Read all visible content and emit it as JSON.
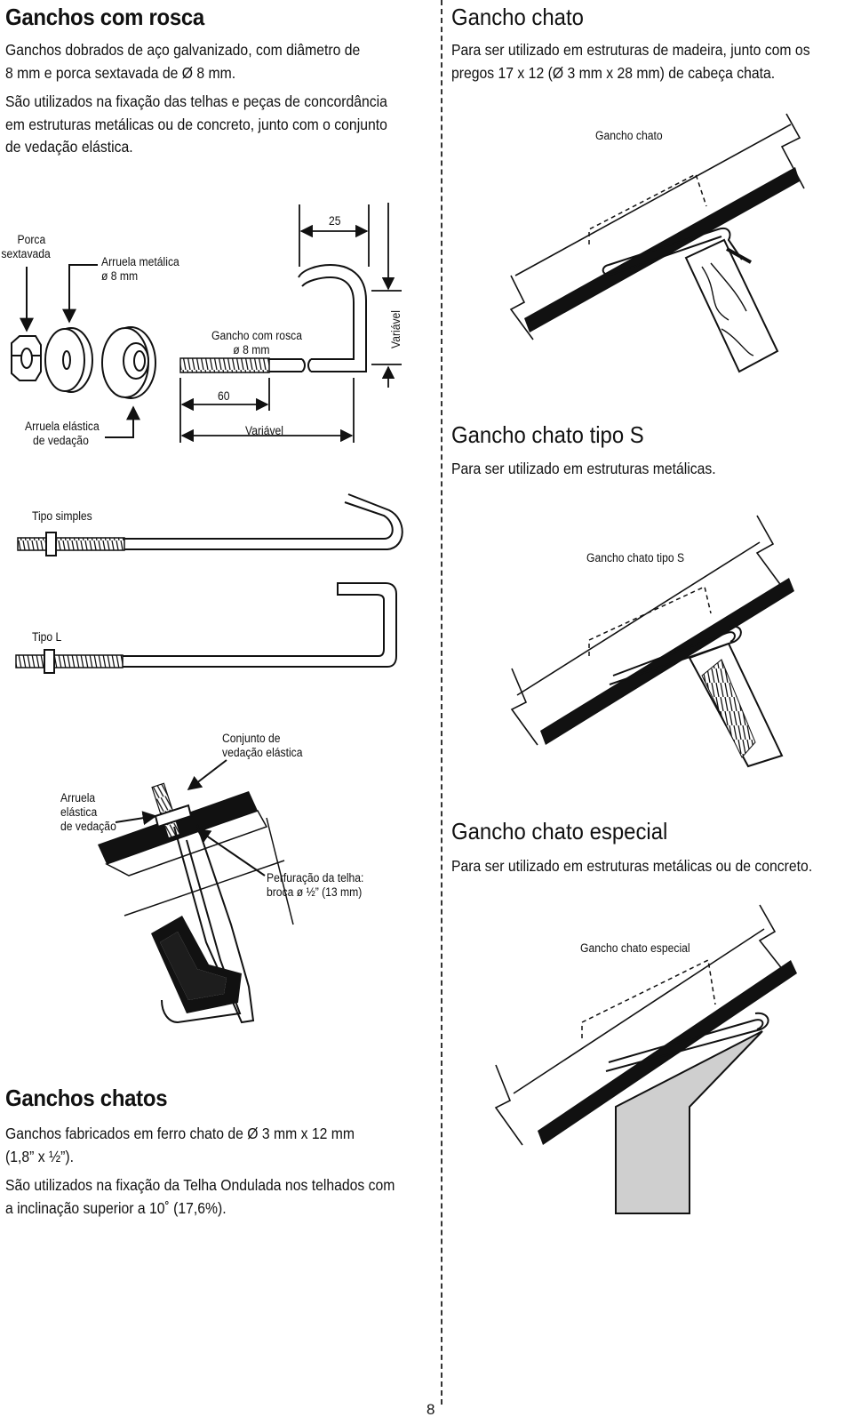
{
  "left": {
    "ganchos_rosca": {
      "title": "Ganchos com rosca",
      "paragraphs": [
        "Ganchos dobrados de aço galvanizado, com diâmetro de",
        "8 mm e porca sextavada de Ø 8 mm.",
        "São utilizados na fixação das telhas e peças de concordância",
        "em estruturas metálicas ou de concreto, junto com o conjunto",
        "de vedação elástica."
      ],
      "labels": {
        "porca_1": "Porca",
        "porca_2": "sextavada",
        "arruela_metalica_1": "Arruela metálica",
        "arruela_metalica_2": "ø 8 mm",
        "gancho_rosca_1": "Gancho com rosca",
        "gancho_rosca_2": "ø 8 mm",
        "dim_25": "25",
        "dim_60": "60",
        "variavel_h": "Variável",
        "variavel_v": "Variável",
        "arruela_elastica_1": "Arruela elástica",
        "arruela_elastica_2": "de vedação",
        "tipo_simples": "Tipo simples",
        "tipo_l": "Tipo L",
        "conjunto_1": "Conjunto de",
        "conjunto_2": "vedação elástica",
        "arruela_ev_1": "Arruela",
        "arruela_ev_2": "elástica",
        "arruela_ev_3": "de vedação",
        "perfuracao_1": "Perfuração da telha:",
        "perfuracao_2": "broca ø ½” (13 mm)"
      }
    },
    "ganchos_chatos": {
      "title": "Ganchos chatos",
      "paragraphs": [
        "Ganchos fabricados em ferro chato de Ø 3 mm x 12 mm",
        "(1,8” x ½”).",
        "São utilizados na fixação da Telha Ondulada nos telhados com",
        "a inclinação superior a 10˚ (17,6%)."
      ]
    }
  },
  "right": {
    "gancho_chato": {
      "title": "Gancho chato",
      "paragraphs": [
        "Para ser utilizado em estruturas de madeira, junto com os",
        "pregos 17 x 12 (Ø 3 mm x 28 mm) de cabeça chata."
      ],
      "figure_label": "Gancho chato"
    },
    "gancho_chato_s": {
      "title": "Gancho chato tipo S",
      "paragraphs": [
        "Para ser utilizado em estruturas metálicas."
      ],
      "figure_label": "Gancho chato tipo S"
    },
    "gancho_chato_especial": {
      "title": "Gancho chato especial",
      "paragraphs": [
        "Para ser utilizado em estruturas metálicas ou de concreto."
      ],
      "figure_label": "Gancho chato especial"
    }
  },
  "page_number": "8",
  "colors": {
    "ink": "#111111",
    "fill_gray": "#cfcfcf",
    "wood": "#ffffff"
  }
}
